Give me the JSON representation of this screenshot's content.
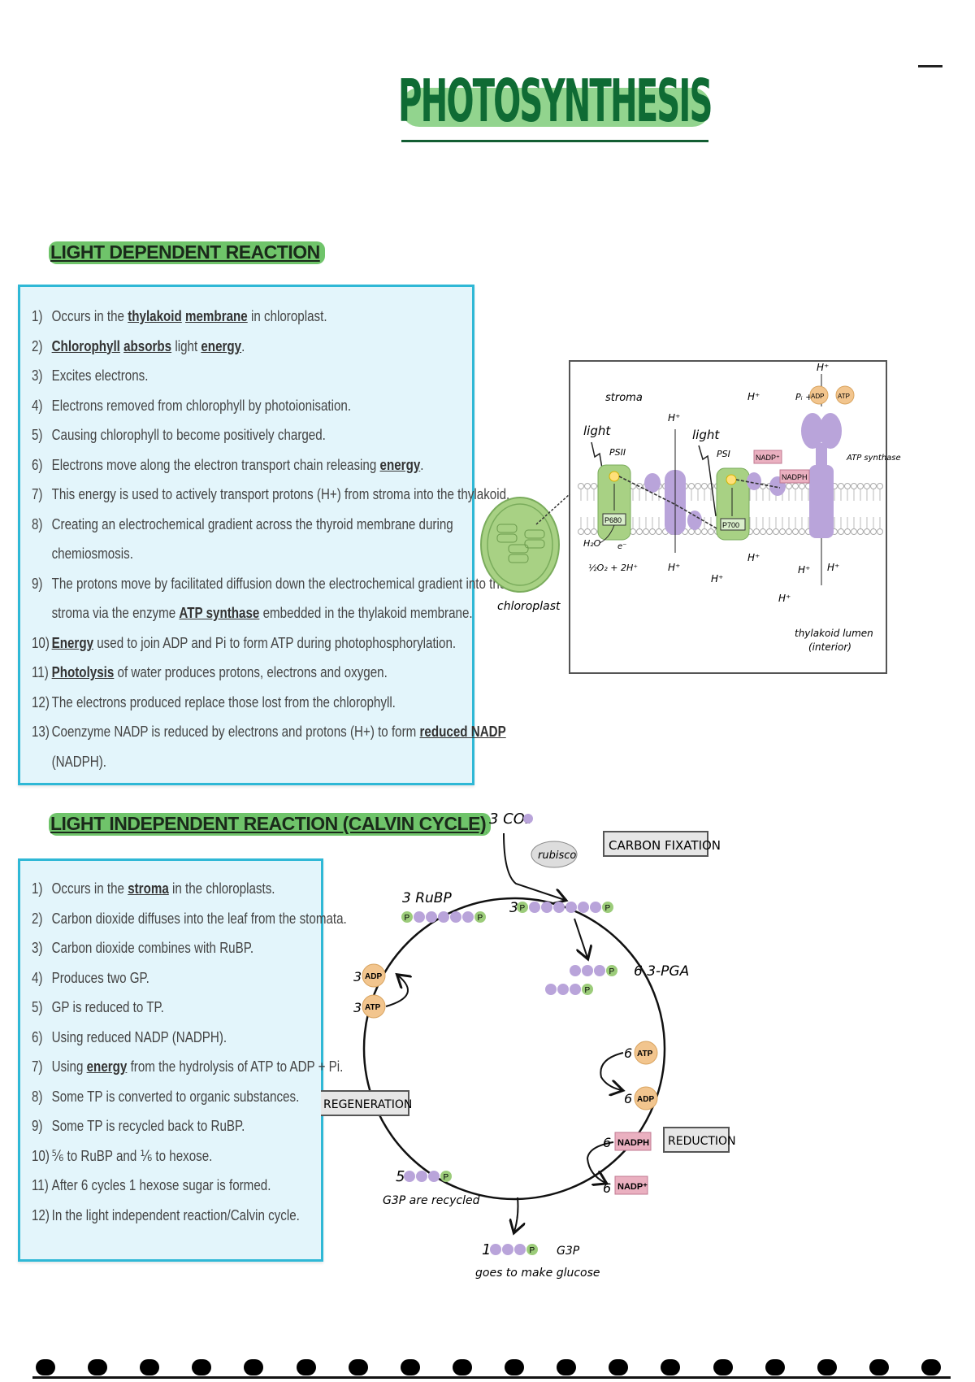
{
  "title": "PHOTOSYNTHESIS",
  "colors": {
    "title_green": "#0f6b34",
    "highlight_green": "#6fc46a",
    "panel_bg": "#e3f5fb",
    "panel_border": "#2fb8d6",
    "purple": "#b9a4da",
    "green_node": "#9ccc7a",
    "orange_node": "#f2c58e",
    "pink_label": "#e8a2b6"
  },
  "light_dependent": {
    "heading": "LIGHT DEPENDENT REACTION",
    "items": [
      {
        "n": "1)",
        "parts": [
          {
            "t": "Occurs in the "
          },
          {
            "t": "thylakoid",
            "kw": true
          },
          {
            "t": " "
          },
          {
            "t": "membrane",
            "kw": true
          },
          {
            "t": " in chloroplast."
          }
        ]
      },
      {
        "n": "2)",
        "parts": [
          {
            "t": "Chlorophyll",
            "kw": true
          },
          {
            "t": " "
          },
          {
            "t": "absorbs",
            "kw": true
          },
          {
            "t": " light "
          },
          {
            "t": "energy",
            "kw": true
          },
          {
            "t": "."
          }
        ]
      },
      {
        "n": "3)",
        "parts": [
          {
            "t": "Excites electrons."
          }
        ]
      },
      {
        "n": "4)",
        "parts": [
          {
            "t": "Electrons removed from chlorophyll by photoionisation."
          }
        ]
      },
      {
        "n": "5)",
        "parts": [
          {
            "t": "Causing chlorophyll to become positively charged."
          }
        ]
      },
      {
        "n": "6)",
        "parts": [
          {
            "t": "Electrons move along the electron transport chain releasing "
          },
          {
            "t": "energy",
            "kw": true
          },
          {
            "t": "."
          }
        ]
      },
      {
        "n": "7)",
        "parts": [
          {
            "t": "This energy is used to actively transport protons (H+) from stroma into the thylakoid."
          }
        ]
      },
      {
        "n": "8)",
        "parts": [
          {
            "t": "Creating an electrochemical gradient across the thyroid membrane during"
          }
        ]
      },
      {
        "n": "",
        "parts": [
          {
            "t": "chemiosmosis."
          }
        ]
      },
      {
        "n": "9)",
        "parts": [
          {
            "t": "The protons move by facilitated diffusion down the electrochemical gradient into the"
          }
        ]
      },
      {
        "n": "",
        "parts": [
          {
            "t": "stroma via the enzyme "
          },
          {
            "t": "ATP synthase",
            "kw": true
          },
          {
            "t": " embedded in the thylakoid membrane."
          }
        ]
      },
      {
        "n": "10)",
        "parts": [
          {
            "t": "Energy",
            "kw": true
          },
          {
            "t": " used to join ADP and Pi to form ATP during photophosphorylation."
          }
        ]
      },
      {
        "n": "11)",
        "parts": [
          {
            "t": "Photolysis",
            "kw": true
          },
          {
            "t": " of water produces protons, electrons and oxygen."
          }
        ]
      },
      {
        "n": "12)",
        "parts": [
          {
            "t": "The electrons produced replace those lost from the chlorophyll."
          }
        ]
      },
      {
        "n": "13)",
        "parts": [
          {
            "t": "Coenzyme NADP is reduced by electrons and protons (H+) to form "
          },
          {
            "t": "reduced NADP",
            "kw": true
          }
        ]
      },
      {
        "n": "",
        "parts": [
          {
            "t": "(NADPH)."
          }
        ]
      }
    ]
  },
  "light_independent": {
    "heading": "LIGHT INDEPENDENT REACTION (CALVIN CYCLE)",
    "items": [
      {
        "n": "1)",
        "parts": [
          {
            "t": "Occurs in the "
          },
          {
            "t": "stroma",
            "kw": true
          },
          {
            "t": " in the chloroplasts."
          }
        ]
      },
      {
        "n": "2)",
        "parts": [
          {
            "t": "Carbon dioxide diffuses into the leaf from the stomata."
          }
        ]
      },
      {
        "n": "3)",
        "parts": [
          {
            "t": "Carbon dioxide combines with RuBP."
          }
        ]
      },
      {
        "n": "4)",
        "parts": [
          {
            "t": "Produces two GP."
          }
        ]
      },
      {
        "n": "5)",
        "parts": [
          {
            "t": "GP is reduced to TP."
          }
        ]
      },
      {
        "n": "6)",
        "parts": [
          {
            "t": "Using reduced NADP (NADPH)."
          }
        ]
      },
      {
        "n": "7)",
        "parts": [
          {
            "t": "Using "
          },
          {
            "t": "energy",
            "kw": true
          },
          {
            "t": " from the hydrolysis of ATP to ADP + Pi."
          }
        ]
      },
      {
        "n": "8)",
        "parts": [
          {
            "t": "Some TP is converted to organic substances."
          }
        ]
      },
      {
        "n": "9)",
        "parts": [
          {
            "t": "Some TP is recycled back to RuBP."
          }
        ]
      },
      {
        "n": "10)",
        "parts": [
          {
            "t": "⅚ to RuBP and ⅙ to hexose."
          }
        ]
      },
      {
        "n": "11)",
        "parts": [
          {
            "t": "After 6 cycles 1 hexose sugar is formed."
          }
        ]
      },
      {
        "n": "12)",
        "parts": [
          {
            "t": "In the light independent reaction/Calvin cycle."
          }
        ]
      }
    ]
  },
  "thylakoid_diagram": {
    "chloroplast_label": "chloroplast",
    "stroma_label": "stroma",
    "light_label": "light",
    "psii_label": "PSII",
    "psi_label": "PSI",
    "p680_label": "P680",
    "p700_label": "P700",
    "electron_label": "e⁻",
    "water_label": "H₂O",
    "water_products": "½O₂ + 2H⁺",
    "proton_label": "H⁺",
    "pi_label": "Pᵢ +",
    "adp_label": "ADP",
    "atp_label": "ATP",
    "nadp_label": "NADP⁺",
    "nadph_label": "NADPH",
    "atp_synthase_label": "ATP synthase",
    "lumen_label": "thylakoid lumen",
    "lumen_sub": "(interior)"
  },
  "calvin_diagram": {
    "co2": "3 CO₂",
    "rubisco": "rubisco",
    "carbon_fixation": "CARBON FIXATION",
    "rubp": "3 RuBP",
    "six_carbon_count": "3",
    "pga": "6 3-PGA",
    "adp3_count": "3",
    "atp3_count": "3",
    "adp": "ADP",
    "atp": "ATP",
    "atp6_count": "6",
    "adp6_count": "6",
    "nadph6_count": "6",
    "nadp6_count": "6",
    "nadph": "NADPH",
    "nadp": "NADP⁺",
    "reduction": "REDUCTION",
    "regeneration": "REGENERATION",
    "g3p_recycled_count": "5",
    "g3p_recycled_label": "G3P are recycled",
    "g3p_out_count": "1",
    "g3p_out_name": "G3P",
    "g3p_out_label": "goes to make glucose",
    "phosphate": "P"
  },
  "footer": {
    "dash_count": 18
  }
}
